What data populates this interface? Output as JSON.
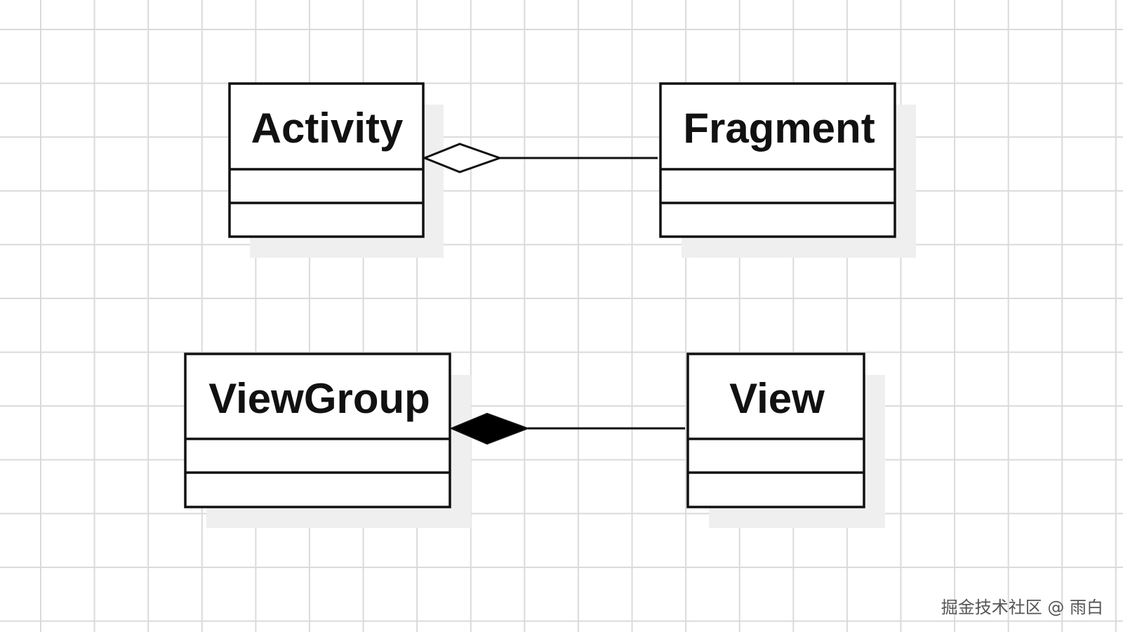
{
  "classes": {
    "activity": {
      "name": "Activity"
    },
    "fragment": {
      "name": "Fragment"
    },
    "viewgroup": {
      "name": "ViewGroup"
    },
    "view": {
      "name": "View"
    }
  },
  "relationships": [
    {
      "type": "aggregation",
      "whole": "Activity",
      "part": "Fragment",
      "diamond": "hollow"
    },
    {
      "type": "composition",
      "whole": "ViewGroup",
      "part": "View",
      "diamond": "filled"
    }
  ],
  "watermark": {
    "text": "掘金技术社区 @ 雨白"
  }
}
